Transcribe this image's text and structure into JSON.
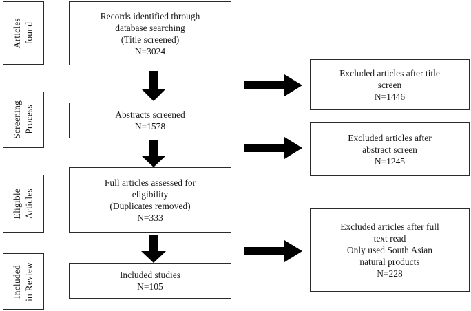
{
  "diagram": {
    "title": "PRISMA study selection flow diagram",
    "type": "flowchart",
    "background_color": "#ffffff",
    "line_color": "#2b2b2b",
    "arrow_color": "#000000"
  },
  "stage_labels": [
    {
      "id": "articles-found",
      "text": "Articles\nfound"
    },
    {
      "id": "screening-process",
      "text": "Screening\nProcess"
    },
    {
      "id": "eligible-articles",
      "text": "Eligible\nArticles"
    },
    {
      "id": "included-review",
      "text": "Included\nin Review"
    }
  ],
  "flow_boxes": [
    {
      "id": "records-identified",
      "text": "Records identified through\ndatabase searching\n(Title screened)\nN=3024",
      "count": 3024
    },
    {
      "id": "abstracts-screened",
      "text": "Abstracts screened\nN=1578",
      "count": 1578
    },
    {
      "id": "full-articles-assessed",
      "text": "Full articles assessed for\neligibility\n(Duplicates removed)\nN=333",
      "count": 333
    },
    {
      "id": "included-studies",
      "text": "Included studies\nN=105",
      "count": 105
    }
  ],
  "excluded_boxes": [
    {
      "id": "excluded-title-screen",
      "text": "Excluded articles after title\nscreen\nN=1446",
      "count": 1446
    },
    {
      "id": "excluded-abstract-screen",
      "text": "Excluded articles after\nabstract screen\nN=1245",
      "count": 1245
    },
    {
      "id": "excluded-full-text",
      "text": "Excluded articles after full\ntext read\nOnly used South Asian\nnatural products\nN=228",
      "count": 228
    }
  ],
  "arrows": {
    "down": [
      {
        "id": "arrow-records-to-abstracts"
      },
      {
        "id": "arrow-abstracts-to-fulltext"
      },
      {
        "id": "arrow-fulltext-to-included"
      }
    ],
    "right": [
      {
        "id": "arrow-to-excluded-title"
      },
      {
        "id": "arrow-to-excluded-abstract"
      },
      {
        "id": "arrow-to-excluded-fulltext"
      }
    ]
  }
}
